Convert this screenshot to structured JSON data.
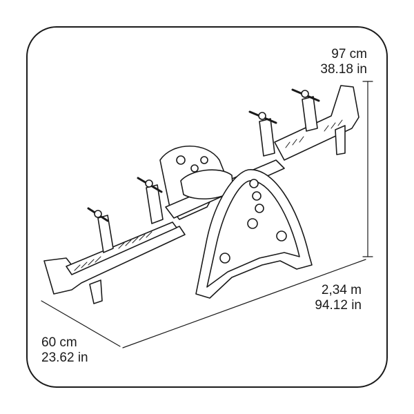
{
  "dimensions": {
    "height": {
      "metric": "97 cm",
      "imperial": "38.18 in"
    },
    "length": {
      "metric": "2,34 m",
      "imperial": "94.12 in"
    },
    "width": {
      "metric": "60 cm",
      "imperial": "23.62 in"
    }
  },
  "colors": {
    "stroke": "#1a1a1a",
    "fill": "#ffffff"
  }
}
